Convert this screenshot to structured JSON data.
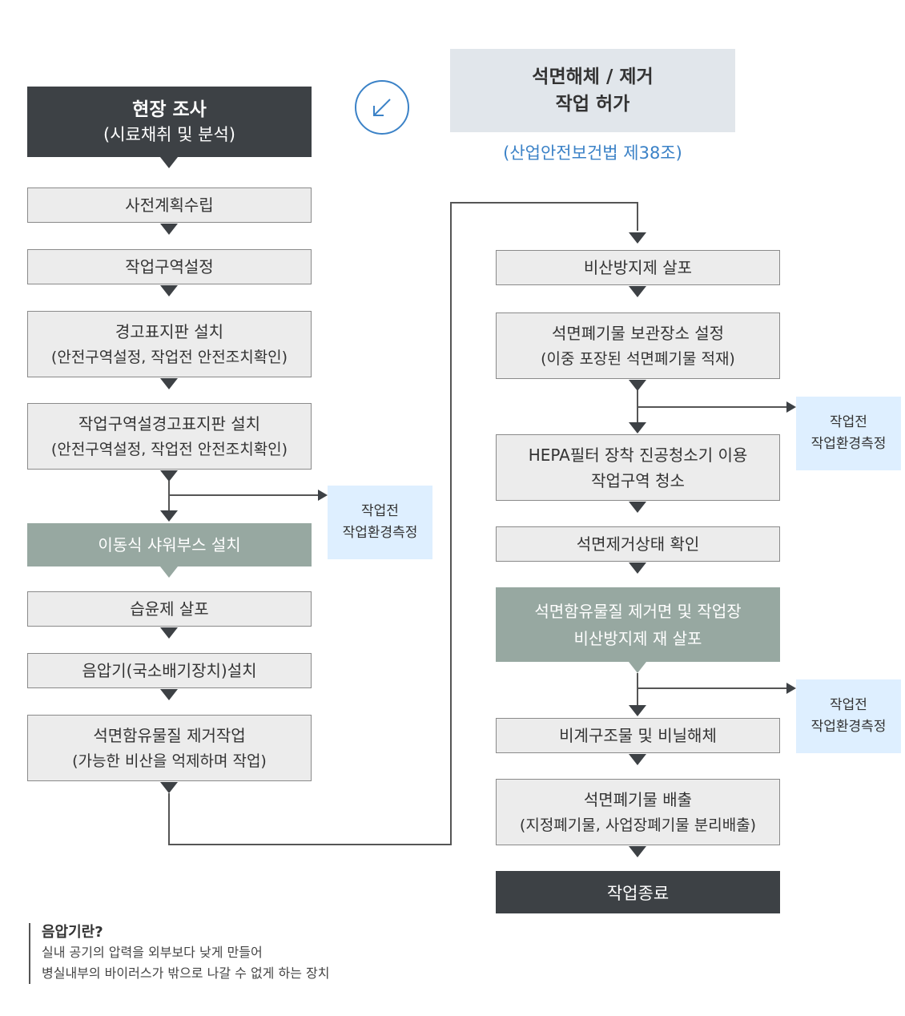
{
  "survey": {
    "title": "현장 조사",
    "subtitle": "(시료채취 및 분석)"
  },
  "permit": {
    "line1": "석면해체 / 제거",
    "line2": "작업 허가",
    "law": "(산업안전보건법 제38조)"
  },
  "left_steps": {
    "s1": "사전계획수립",
    "s2": "작업구역설정",
    "s3": {
      "line1": "경고표지판 설치",
      "line2": "(안전구역설정, 작업전 안전조치확인)"
    },
    "s4": {
      "line1": "작업구역설경고표지판 설치",
      "line2": "(안전구역설정, 작업전 안전조치확인)"
    },
    "s5": "이동식 샤워부스 설치",
    "s6": "습윤제 살포",
    "s7": "음압기(국소배기장치)설치",
    "s8": {
      "line1": "석면함유물질 제거작업",
      "line2": "(가능한 비산을 억제하며 작업)"
    }
  },
  "right_steps": {
    "r1": "비산방지제 살포",
    "r2": {
      "line1": "석면폐기물 보관장소 설정",
      "line2": "(이중 포장된 석면폐기물 적재)"
    },
    "r3": {
      "line1": "HEPA필터 장착 진공청소기 이용",
      "line2": "작업구역 청소"
    },
    "r4": "석면제거상태 확인",
    "r5": {
      "line1": "석면함유물질 제거면 및 작업장",
      "line2": "비산방지제 재 살포"
    },
    "r6": "비계구조물 및 비닐해체",
    "r7": {
      "line1": "석면폐기물 배출",
      "line2": "(지정폐기물, 사업장폐기물 분리배출)"
    },
    "r8": "작업종료"
  },
  "notes": {
    "n1": {
      "line1": "작업전",
      "line2": "작업환경측정"
    },
    "n2": {
      "line1": "작업전",
      "line2": "작업환경측정"
    },
    "n3": {
      "line1": "작업전",
      "line2": "작업환경측정"
    }
  },
  "legend": {
    "title": "음압기란?",
    "line1": "실내 공기의 압력을 외부보다 낮게 만들어",
    "line2": "병실내부의 바이러스가 밖으로 나갈 수 없게 하는 장치"
  },
  "icons": {
    "transition": "arrow-down-left-icon"
  },
  "colors": {
    "dark": "#3d4145",
    "green": "#97a8a1",
    "light_gray": "#e1e6eb",
    "note_blue": "#deefff",
    "accent_blue": "#3b82c7"
  }
}
